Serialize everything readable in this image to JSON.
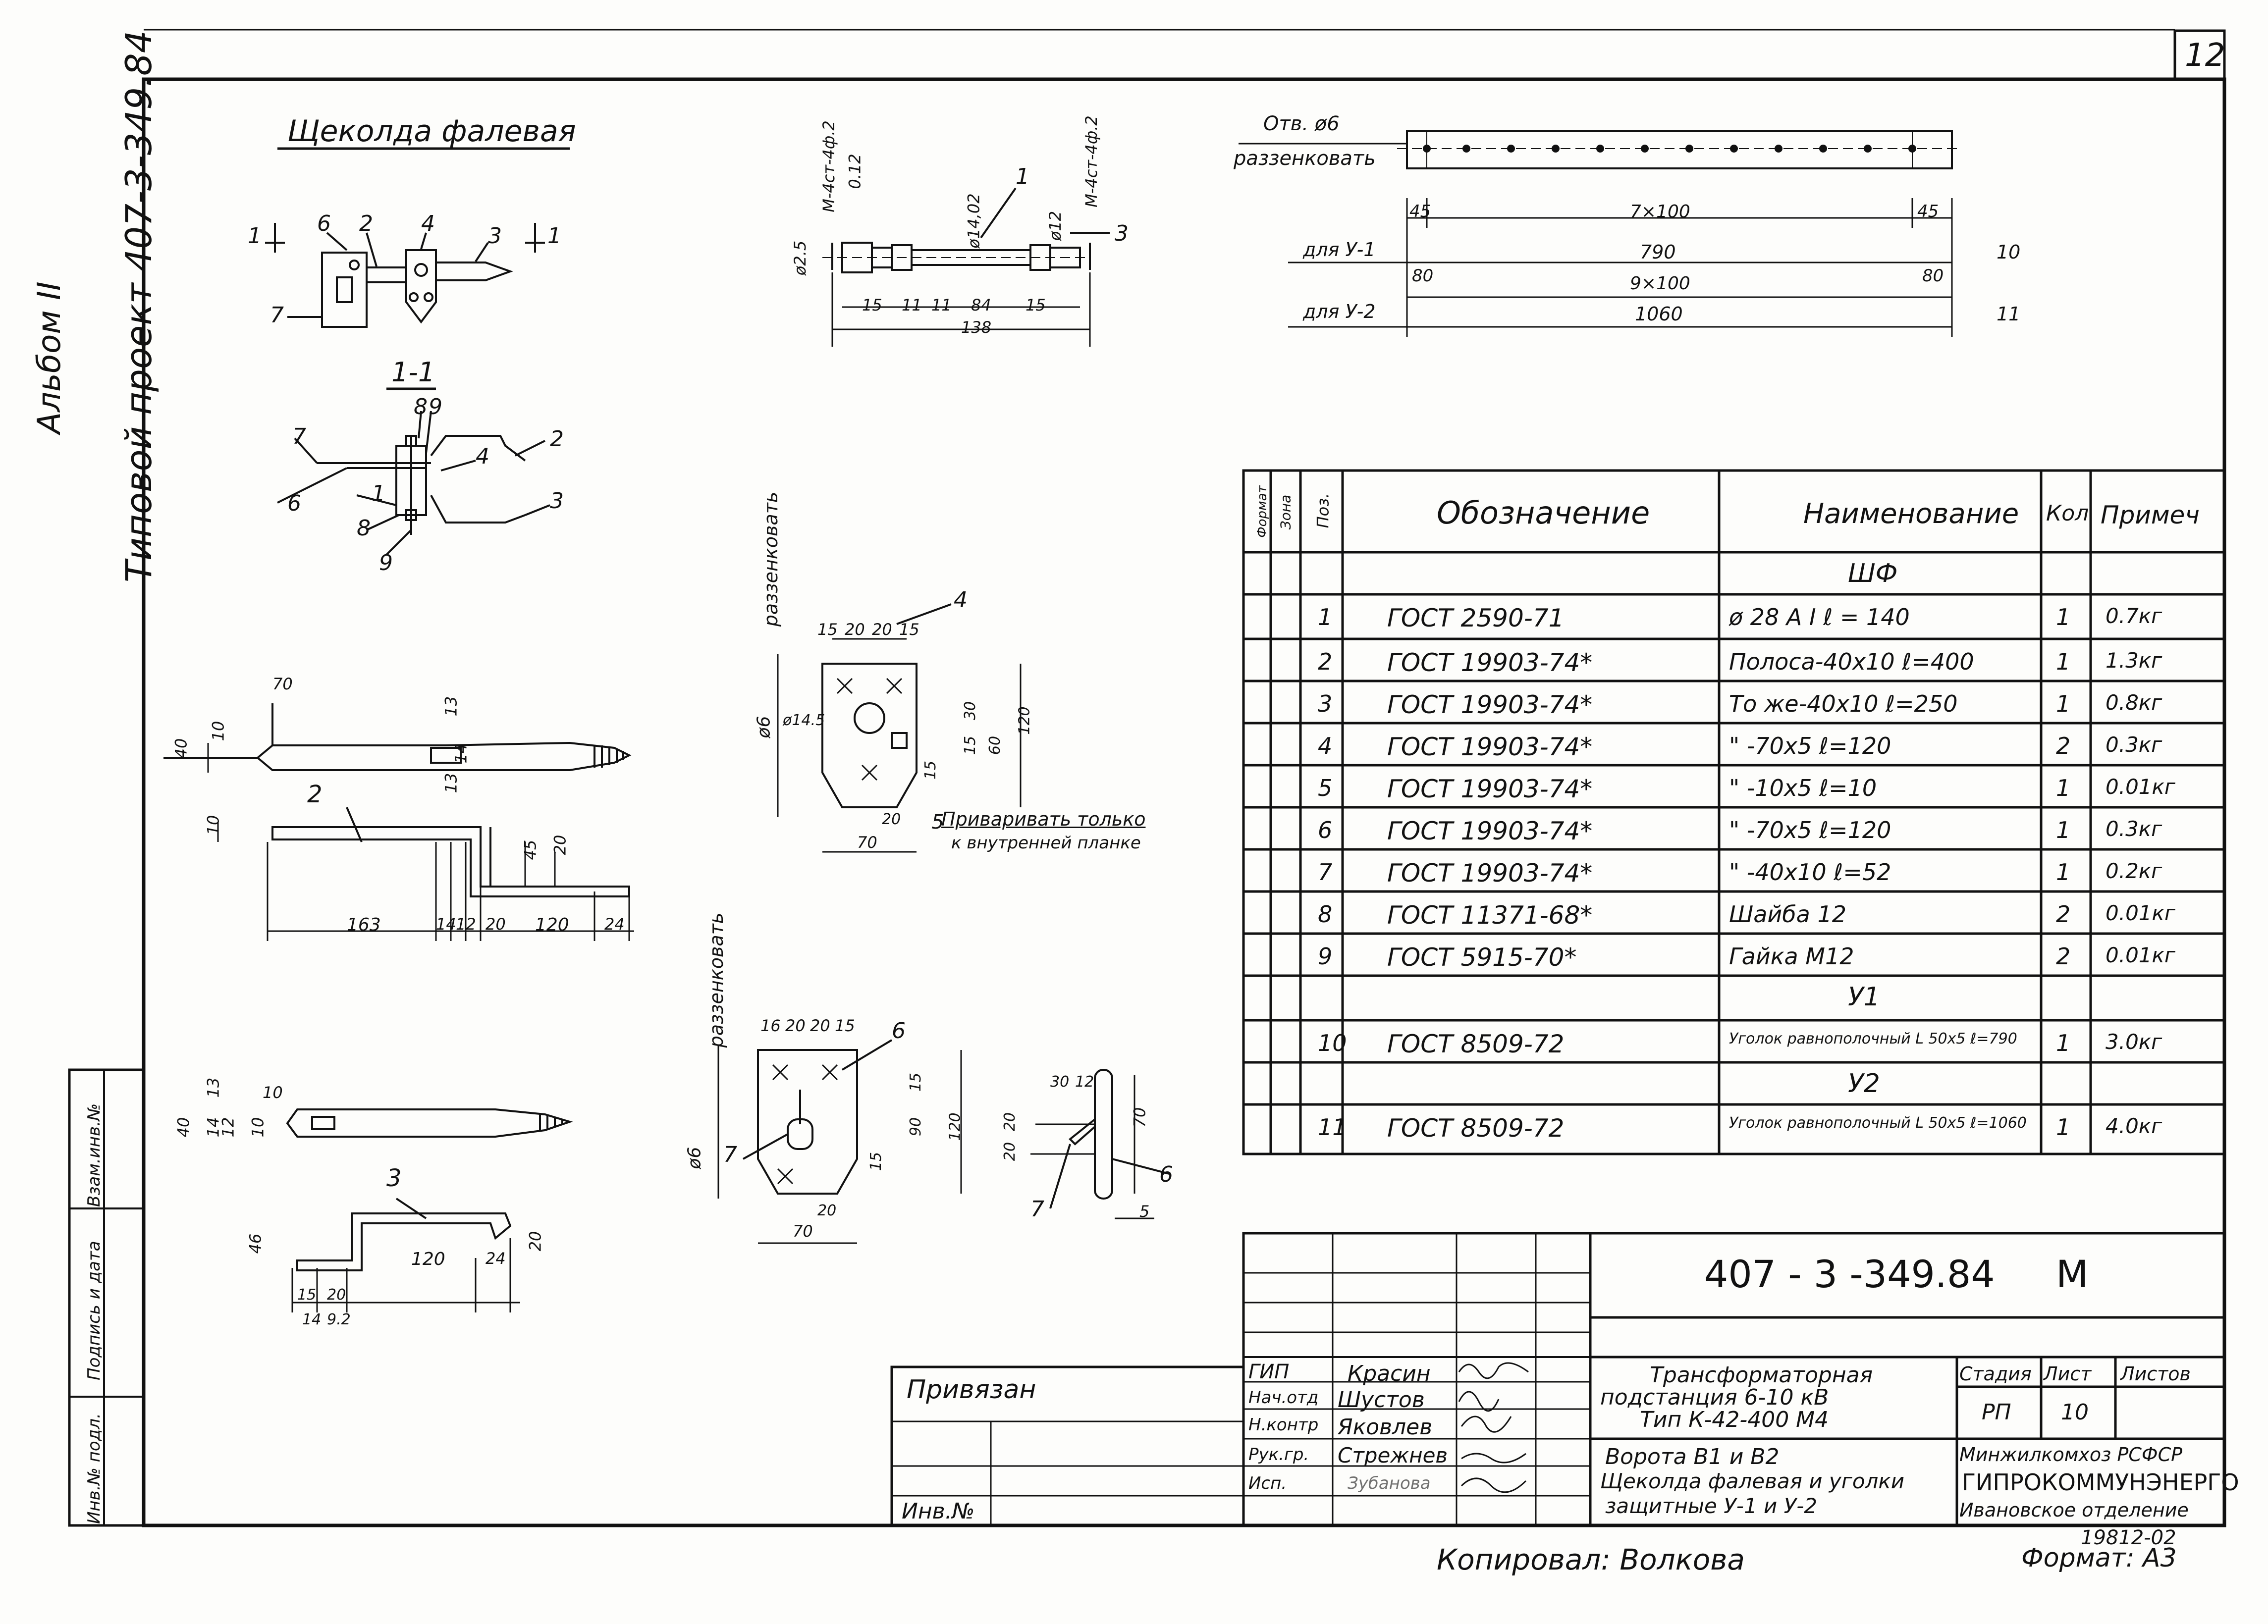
{
  "sheet_number": "12",
  "side_note_project": "Типовой проект 407-3-349.84",
  "side_note_album": "Альбом II",
  "left_strip": [
    "Инв.№ подл.",
    "Подпись и дата",
    "Взам.инв.№"
  ],
  "view_title": "Щеколда фалевая",
  "section_title": "1-1",
  "cut_mark": "1",
  "part_labels": {
    "view_top": [
      "6",
      "2",
      "4",
      "3",
      "7"
    ],
    "section": [
      "7",
      "8",
      "9",
      "2",
      "6",
      "1",
      "4",
      "3",
      "8",
      "9"
    ],
    "part2": [
      "2"
    ],
    "part3": [
      "3"
    ],
    "plate4": [
      "4",
      "5"
    ],
    "plate6": [
      "6",
      "7"
    ],
    "angle": [
      "7",
      "6"
    ],
    "bolt": [
      "1",
      "3"
    ]
  },
  "dimensions": {
    "bolt": [
      "ø2.5",
      "M-4ст-4ф.2",
      "0.12",
      "ø14,02",
      "ø12",
      "M-4ст-4ф.2",
      "15",
      "11",
      "11",
      "84",
      "15",
      "138"
    ],
    "strip": [
      "Отв. ø6",
      "раззенковать",
      "45",
      "7×100",
      "45",
      "для У-1",
      "790",
      "10",
      "80",
      "9×100",
      "80",
      "для У-2",
      "1060",
      "11"
    ],
    "part2": [
      "70",
      "40",
      "10",
      "13",
      "14",
      "13",
      "10",
      "45",
      "20",
      "163",
      "14",
      "12",
      "20",
      "120",
      "24"
    ],
    "part3": [
      "10",
      "40",
      "14",
      "12",
      "13",
      "10",
      "46",
      "20",
      "15",
      "20",
      "120",
      "24",
      "14",
      "9.2"
    ],
    "plate4": [
      "раззенковать",
      "ø6",
      "15",
      "20",
      "20",
      "15",
      "ø14.5",
      "30",
      "15",
      "60",
      "120",
      "15",
      "20",
      "70"
    ],
    "plate4_note": [
      "Приваривать только",
      "к внутренней планке"
    ],
    "plate6": [
      "раззенковать",
      "ø6",
      "16",
      "20",
      "20",
      "15",
      "15",
      "90",
      "120",
      "15",
      "20",
      "70"
    ],
    "angle": [
      "30",
      "12",
      "20",
      "20",
      "70",
      "5"
    ]
  },
  "spec_table": {
    "headers": [
      "Формат",
      "Зона",
      "Поз.",
      "Обозначение",
      "Наименование",
      "Кол",
      "Примеч"
    ],
    "rows": [
      {
        "type": "group",
        "name": "ШФ"
      },
      {
        "pos": "1",
        "designation": "ГОСТ 2590-71",
        "name": "ø 28 А I   ℓ = 140",
        "qty": "1",
        "note": "0.7кг"
      },
      {
        "pos": "2",
        "designation": "ГОСТ 19903-74*",
        "name": "Полоса-40х10 ℓ=400",
        "qty": "1",
        "note": "1.3кг"
      },
      {
        "pos": "3",
        "designation": "ГОСТ 19903-74*",
        "name": "То же-40х10 ℓ=250",
        "qty": "1",
        "note": "0.8кг"
      },
      {
        "pos": "4",
        "designation": "ГОСТ 19903-74*",
        "name": "\"  -70х5  ℓ=120",
        "qty": "2",
        "note": "0.3кг"
      },
      {
        "pos": "5",
        "designation": "ГОСТ 19903-74*",
        "name": "\"  -10х5  ℓ=10",
        "qty": "1",
        "note": "0.01кг"
      },
      {
        "pos": "6",
        "designation": "ГОСТ 19903-74*",
        "name": "\"  -70х5  ℓ=120",
        "qty": "1",
        "note": "0.3кг"
      },
      {
        "pos": "7",
        "designation": "ГОСТ 19903-74*",
        "name": "\"  -40х10 ℓ=52",
        "qty": "1",
        "note": "0.2кг"
      },
      {
        "pos": "8",
        "designation": "ГОСТ 11371-68*",
        "name": "Шайба 12",
        "qty": "2",
        "note": "0.01кг"
      },
      {
        "pos": "9",
        "designation": "ГОСТ 5915-70*",
        "name": "Гайка М12",
        "qty": "2",
        "note": "0.01кг"
      },
      {
        "type": "group",
        "name": "У1"
      },
      {
        "pos": "10",
        "designation": "ГОСТ 8509-72",
        "name": "Уголок равнополочный L 50х5 ℓ=790",
        "qty": "1",
        "note": "3.0кг"
      },
      {
        "type": "group",
        "name": "У2"
      },
      {
        "pos": "11",
        "designation": "ГОСТ 8509-72",
        "name": "Уголок равнополочный L 50х5 ℓ=1060",
        "qty": "1",
        "note": "4.0кг"
      }
    ]
  },
  "title_block": {
    "code": "407 - 3 -349.84",
    "code_suffix": "М",
    "privyazan": "Привязан",
    "inv": "Инв.№",
    "roles": [
      "ГИП",
      "Нач.отд",
      "Н.контр",
      "Рук.гр.",
      "Исп."
    ],
    "names": [
      "Красин",
      "Шустов",
      "Яковлев",
      "Стрежнев",
      "Зубанова"
    ],
    "object": [
      "Трансформаторная",
      "подстанция 6-10 кВ",
      "Тип К-42-400 М4"
    ],
    "sheet_title": [
      "Ворота В1 и В2",
      "Щеколда фалевая и уголки",
      "защитные У-1 и У-2"
    ],
    "stage_header": [
      "Стадия",
      "Лист",
      "Листов"
    ],
    "stage": "РП",
    "sheet": "10",
    "org": [
      "Минжилкомхоз РСФСР",
      "ГИПРОКОММУНЭНЕРГО",
      "Ивановское отделение"
    ],
    "inv_number": "19812-02",
    "copied": "Копировал: Волкова",
    "format": "Формат: А3"
  }
}
